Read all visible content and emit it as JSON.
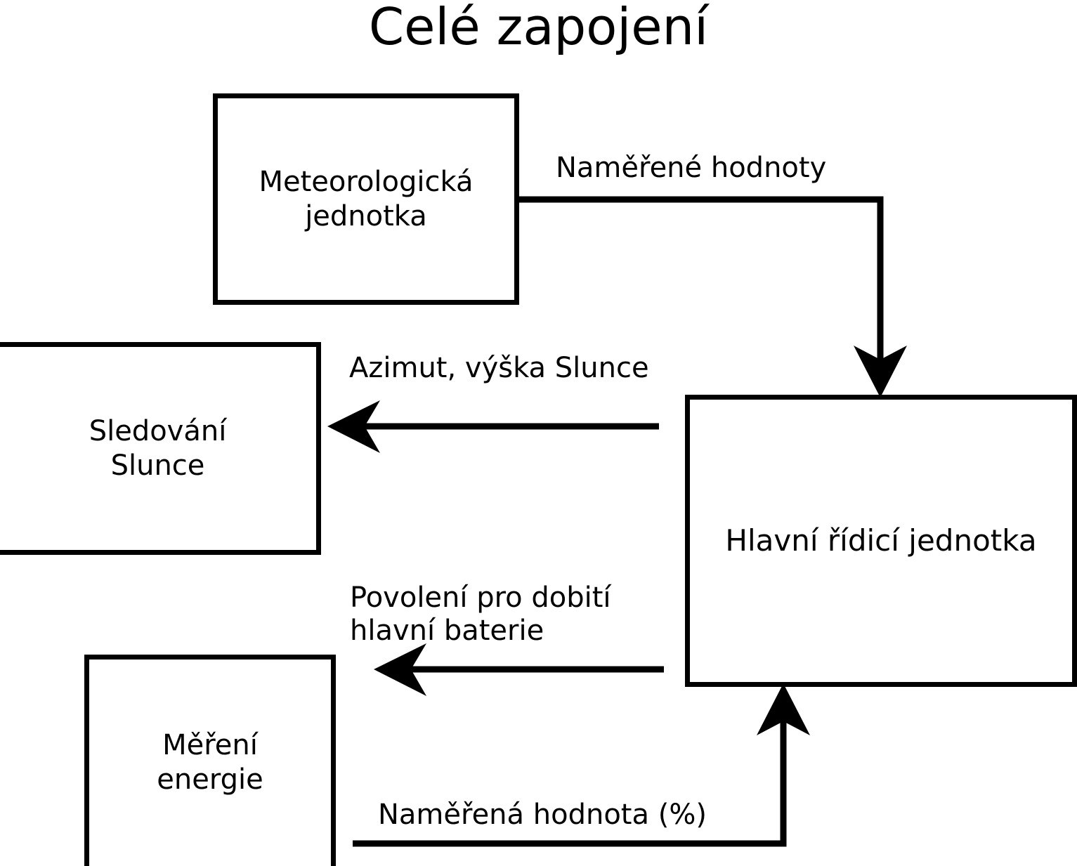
{
  "title": "Celé zapojení",
  "nodes": [
    {
      "id": "meteo",
      "label": "Meteorologická\njednotka"
    },
    {
      "id": "sun",
      "label": "Sledování\nSlunce"
    },
    {
      "id": "main",
      "label": "Hlavní řídicí jednotka"
    },
    {
      "id": "energy",
      "label": "Měření\nenergie"
    }
  ],
  "edges": [
    {
      "id": "measured-values",
      "label": "Naměřené hodnoty",
      "from": "meteo",
      "to": "main",
      "direction": "down"
    },
    {
      "id": "azimuth",
      "label": "Azimut, výška Slunce",
      "from": "main",
      "to": "sun",
      "direction": "left"
    },
    {
      "id": "permission",
      "label": "Povolení pro dobití\nhlavní baterie",
      "from": "main",
      "to": "energy",
      "direction": "left"
    },
    {
      "id": "measured-pct",
      "label": "Naměřená hodnota (%)",
      "from": "energy",
      "to": "main",
      "direction": "up"
    }
  ],
  "colors": {
    "background": "#ffffff",
    "stroke": "#000000",
    "text": "#000000"
  }
}
